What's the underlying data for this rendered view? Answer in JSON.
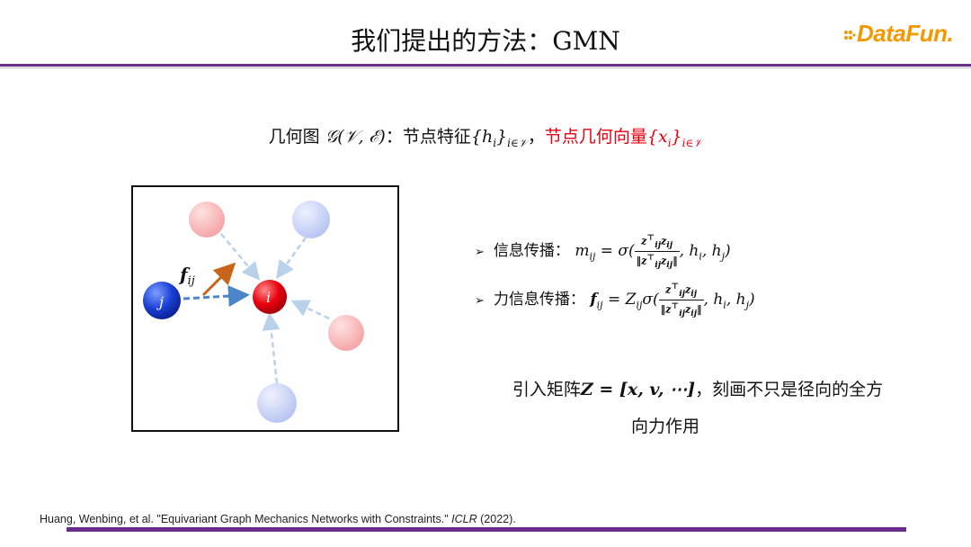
{
  "slide": {
    "title": "我们提出的方法：GMN",
    "logo_text": "DataFun.",
    "geometric_graph": {
      "prefix": "几何图 ",
      "graph_symbol": "𝒢(𝒱, ℰ)",
      "features_text": "：节点特征",
      "features_math": "{h",
      "features_sub": "i",
      "features_tail": "}",
      "features_set_sub": "i∈𝒱",
      "comma": "，",
      "vectors_text": "节点几何向量",
      "vectors_math": "{x",
      "vectors_sub": "i",
      "vectors_tail": "}",
      "vectors_set_sub": "i∈𝒱"
    },
    "diagram": {
      "label_j": "j",
      "label_i": "i",
      "label_f": "f",
      "label_f_sub": "ij"
    },
    "bullets": [
      {
        "label": "信息传播：",
        "lhs": "m",
        "lhs_sub": "ij",
        "eq_pre": " = σ(",
        "frac_num": "z",
        "frac_num_sup": "⊤",
        "frac_num_sub": "ij",
        "frac_num_tail": "z",
        "frac_num_tail_sub": "ij",
        "frac_den": "‖z",
        "frac_den_sup": "⊤",
        "frac_den_sub": "ij",
        "frac_den_tail": "z",
        "frac_den_tail_sub": "ij",
        "frac_den_close": "‖",
        "eq_post": ", h",
        "eq_post_sub1": "i",
        "eq_post_mid": ", h",
        "eq_post_sub2": "j",
        "eq_end": ")"
      },
      {
        "label": "力信息传播：",
        "lhs": "f",
        "lhs_sub": "ij",
        "eq_pre": " = Z",
        "eq_pre_sub": "ij",
        "eq_pre2": "σ(",
        "frac_num": "z",
        "frac_num_sup": "⊤",
        "frac_num_sub": "ij",
        "frac_num_tail": "z",
        "frac_num_tail_sub": "ij",
        "frac_den": "‖z",
        "frac_den_sup": "⊤",
        "frac_den_sub": "ij",
        "frac_den_tail": "z",
        "frac_den_tail_sub": "ij",
        "frac_den_close": "‖",
        "eq_post": ", h",
        "eq_post_sub1": "i",
        "eq_post_mid": ", h",
        "eq_post_sub2": "j",
        "eq_end": ")"
      }
    ],
    "note_line1_pre": "引入矩阵",
    "note_line1_math": "Z = [x, v, ⋯]",
    "note_line1_post": "，刻画不只是径向的全方",
    "note_line2": "向力作用",
    "citation_pre": "Huang, Wenbing, et al. \"Equivariant Graph Mechanics Networks with Constraints.\" ",
    "citation_venue": "ICLR",
    "citation_post": " (2022).",
    "colors": {
      "accent_purple": "#6b2d8b",
      "highlight_red": "#e50012",
      "logo_orange": "#f39800",
      "node_blue": "#1a3fd6",
      "node_red": "#e8000c",
      "arrow_orange": "#c8651b",
      "arrow_blue": "#4a86c8"
    }
  }
}
